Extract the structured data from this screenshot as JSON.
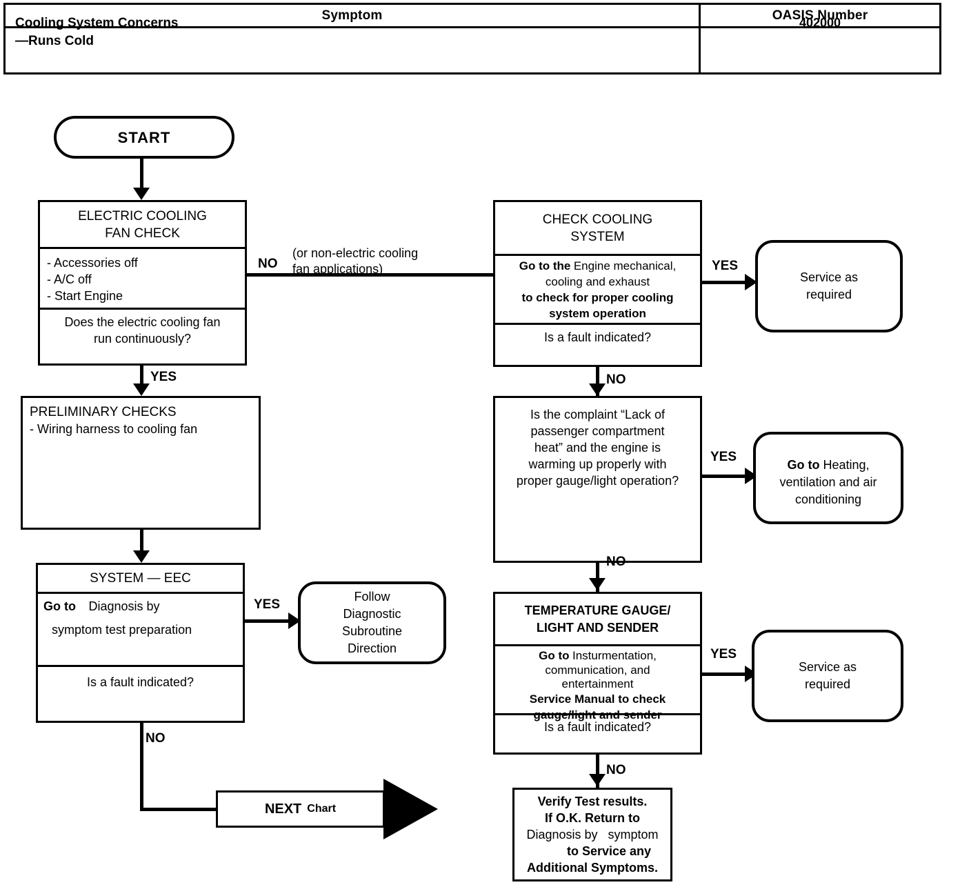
{
  "table": {
    "headers": [
      "Symptom",
      "OASIS Number"
    ],
    "symptom_line1": "Cooling System Concerns",
    "symptom_line2": "—Runs Cold",
    "oasis_number": "402000"
  },
  "flow": {
    "start": "START",
    "electric_fan_check": {
      "title": "ELECTRIC COOLING\nFAN CHECK",
      "steps": "- Accessories off\n- A/C off\n- Start Engine",
      "question": "Does the electric cooling fan\nrun continuously?"
    },
    "preliminary_checks": {
      "title": "PRELIMINARY CHECKS",
      "item": "- Wiring harness to cooling fan"
    },
    "system_eec": {
      "title": "SYSTEM — EEC",
      "goto_prefix": "Go to",
      "goto_ref_line1": "Diagnosis by",
      "goto_ref_line2": "symptom test preparation",
      "question": "Is a fault indicated?"
    },
    "follow_subroutine": "Follow\nDiagnostic\nSubroutine\nDirection",
    "next_chart": {
      "label": "NEXT",
      "sup": "Chart"
    },
    "check_cooling_system": {
      "title": "CHECK COOLING\nSYSTEM",
      "goto_prefix": "Go to the",
      "goto_ref": "Engine mechanical,\ncooling and exhaust",
      "goto_tail": "to check for proper cooling\nsystem operation",
      "question": "Is a fault indicated?"
    },
    "service_as_required_1": "Service as\nrequired",
    "complaint_question": "Is the complaint “Lack of\npassenger compartment\nheat” and the engine is\nwarming up properly with\nproper gauge/light operation?",
    "goto_hvac": {
      "prefix": "Go to",
      "ref": "Heating,\nventilation and air\nconditioning"
    },
    "temp_gauge": {
      "title": "TEMPERATURE GAUGE/\nLIGHT AND SENDER",
      "goto_prefix": "Go to",
      "goto_ref": "Insturmentation,\ncommunication, and\nentertainment",
      "goto_tail": "Service Manual to check\ngauge/light and sender",
      "question": "Is a fault indicated?"
    },
    "service_as_required_2": "Service as\nrequired",
    "verify": {
      "line1": "Verify Test results.",
      "line2": "If O.K. Return to",
      "line3_a": "Diagnosis by",
      "line3_b": "symptom",
      "line4": "to Service any",
      "line5": "Additional Symptoms."
    }
  },
  "labels": {
    "no_branch_main": "NO",
    "no_branch_note": "(or non-electric cooling\nfan applications)",
    "yes_fan": "YES",
    "yes_eec": "YES",
    "no_eec": "NO",
    "yes_cooling": "YES",
    "no_cooling": "NO",
    "yes_complaint": "YES",
    "no_complaint": "NO",
    "yes_temp": "YES",
    "no_temp": "NO"
  },
  "colors": {
    "ink": "#000000",
    "paper": "#ffffff"
  }
}
